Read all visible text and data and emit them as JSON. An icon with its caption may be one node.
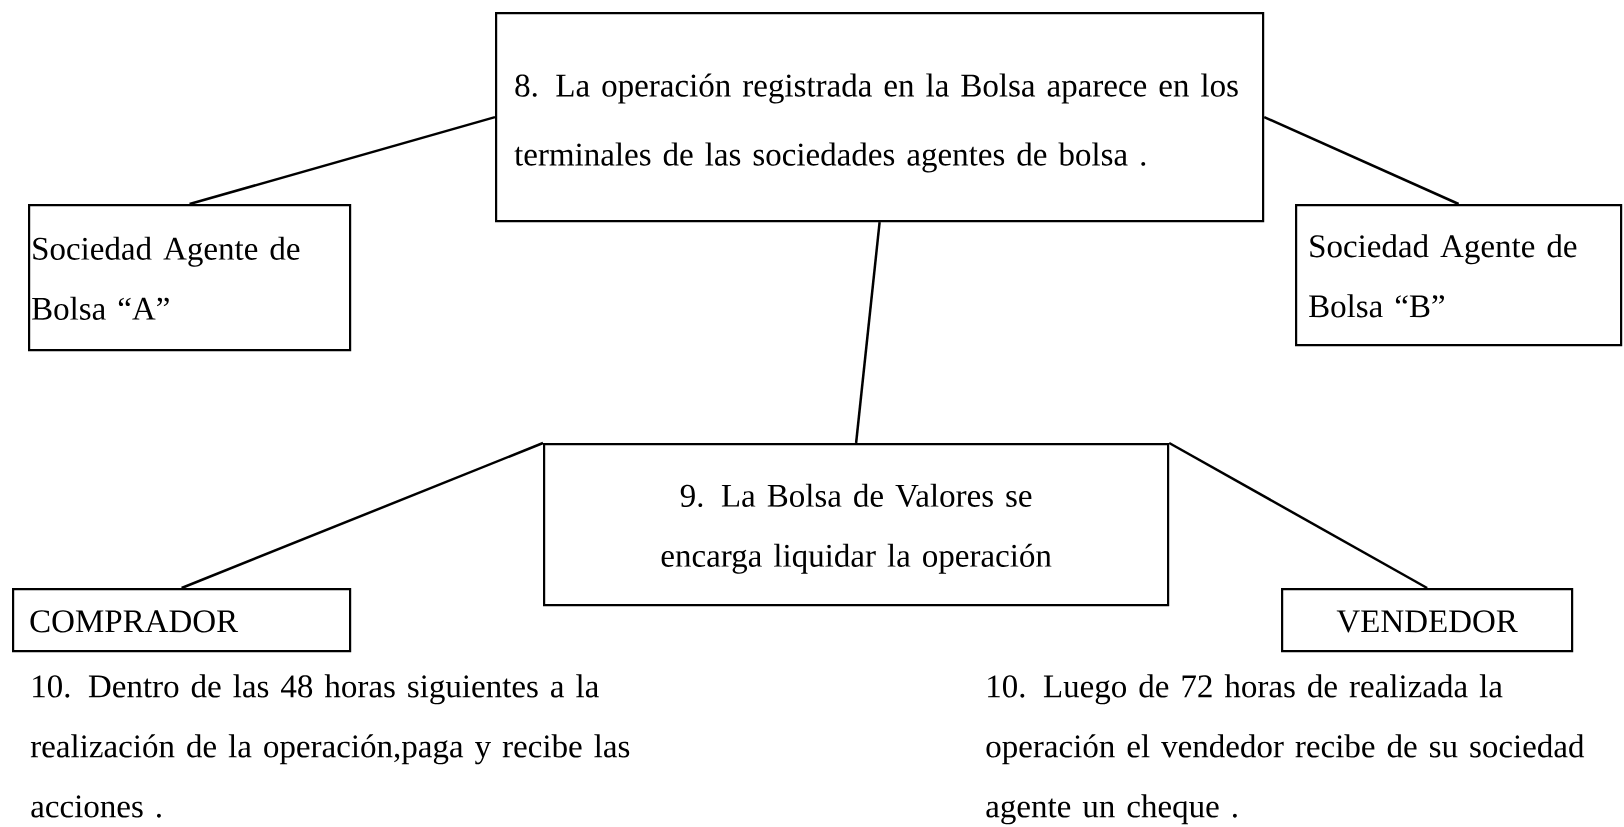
{
  "diagram": {
    "nodes": [
      {
        "text": [
          "8. La operación registrada en la Bolsa aparece en los terminales de las sociedades agentes de bolsa ."
        ]
      },
      {
        "text": [
          "Sociedad Agente de Bolsa “A”"
        ]
      },
      {
        "text": [
          "Sociedad Agente de Bolsa “B”"
        ]
      },
      {
        "text": [
          "9. La Bolsa de Valores se encarga liquidar la operación"
        ]
      },
      {
        "text": [
          "COMPRADOR"
        ],
        "beside": [
          "10. Dentro de las 48 horas siguientes a la realización de la operación,paga y recibe las acciones ."
        ]
      },
      {
        "text": [
          "VENDEDOR"
        ],
        "beside": [
          "10. Luego de 72 horas de realizada la operación el vendedor recibe de su sociedad agente un cheque ."
        ]
      }
    ],
    "edges": [
      {
        "from": 0,
        "to": 1,
        "arrow": "none"
      },
      {
        "from": 0,
        "to": 2,
        "arrow": "none"
      },
      {
        "from": 0,
        "to": 3,
        "arrow": "none"
      },
      {
        "from": 3,
        "to": 4,
        "arrow": "none"
      },
      {
        "from": 3,
        "to": 5,
        "arrow": "none"
      }
    ]
  }
}
